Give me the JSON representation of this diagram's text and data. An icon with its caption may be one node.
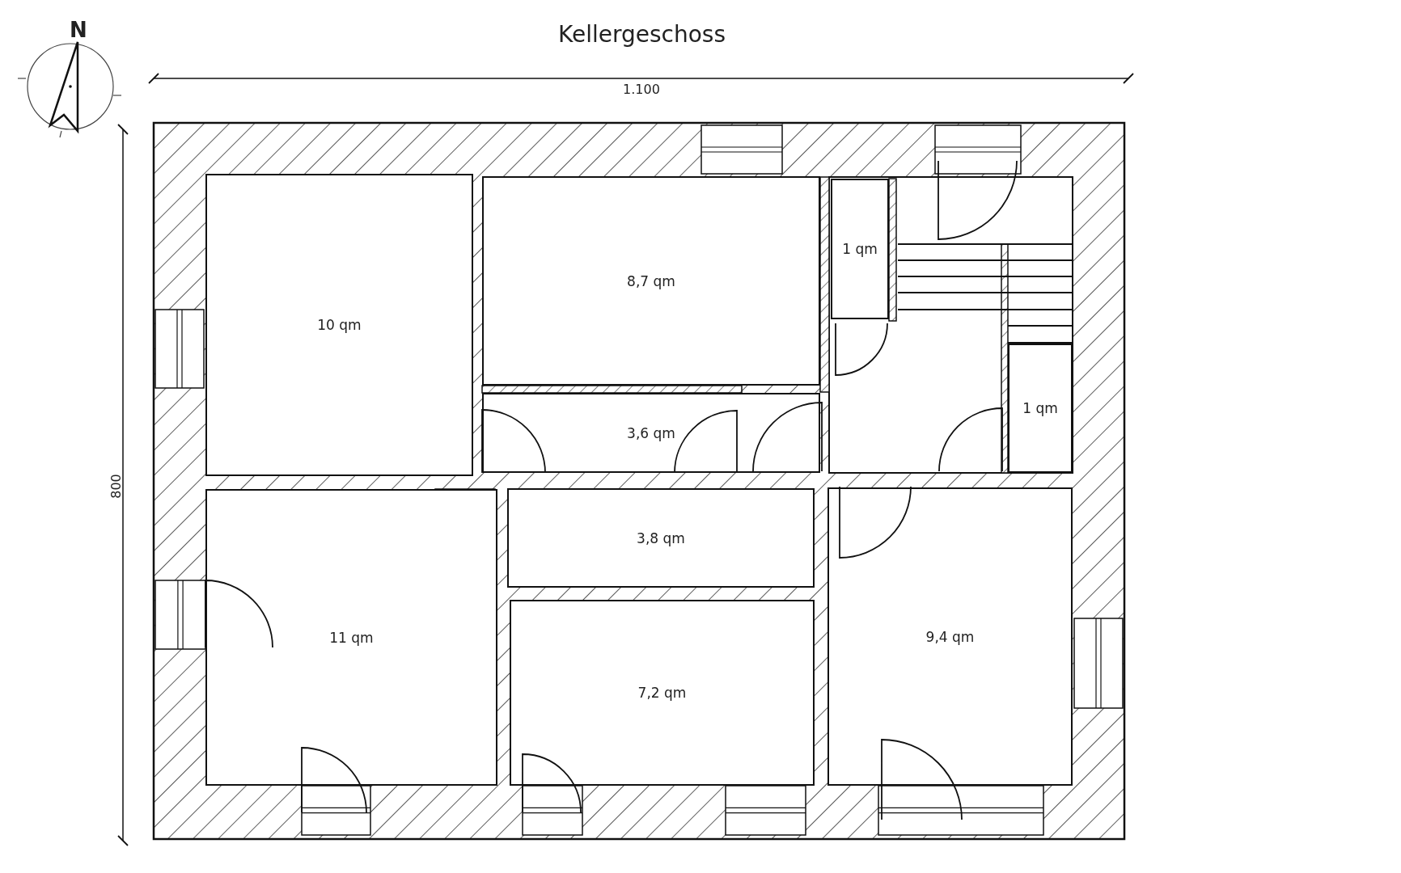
{
  "diagram": {
    "title": "Kellergeschoss",
    "nodes": [
      {
        "text": [
          "10 qm"
        ]
      },
      {
        "text": [
          "8,7 qm"
        ]
      },
      {
        "text": [
          "1 qm"
        ]
      },
      {
        "text": [
          "3,6 qm"
        ]
      },
      {
        "text": [
          "1 qm"
        ]
      },
      {
        "text": [
          "11 qm"
        ]
      },
      {
        "text": [
          "3,8 qm"
        ]
      },
      {
        "text": [
          "7,2 qm"
        ]
      },
      {
        "text": [
          "9,4 qm"
        ]
      }
    ],
    "labels": [
      "N",
      "1.100",
      "800"
    ]
  }
}
